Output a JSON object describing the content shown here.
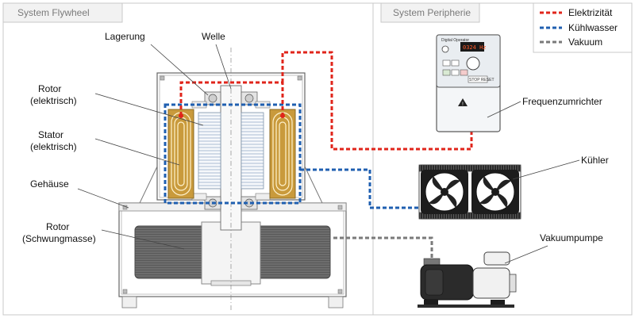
{
  "sections": {
    "flywheel_title": "System Flywheel",
    "periphery_title": "System Peripherie"
  },
  "legend": {
    "items": [
      {
        "label": "Elektrizität",
        "color": "#e0251b"
      },
      {
        "label": "Kühlwasser",
        "color": "#1f5fb0"
      },
      {
        "label": "Vakuum",
        "color": "#7a7a7a"
      }
    ]
  },
  "labels": {
    "lagerung": "Lagerung",
    "welle": "Welle",
    "rotor_el_1": "Rotor",
    "rotor_el_2": "(elektrisch)",
    "stator_1": "Stator",
    "stator_2": "(elektrisch)",
    "gehaeuse": "Gehäuse",
    "rotor_sw_1": "Rotor",
    "rotor_sw_2": "(Schwungmasse)",
    "frequenz": "Frequenzumrichter",
    "kuehler": "Kühler",
    "vakuumpumpe": "Vakuumpumpe"
  },
  "inverter": {
    "brand": "Digital Operator",
    "display": "0324 Hz",
    "button": "STOP RESET"
  }
}
